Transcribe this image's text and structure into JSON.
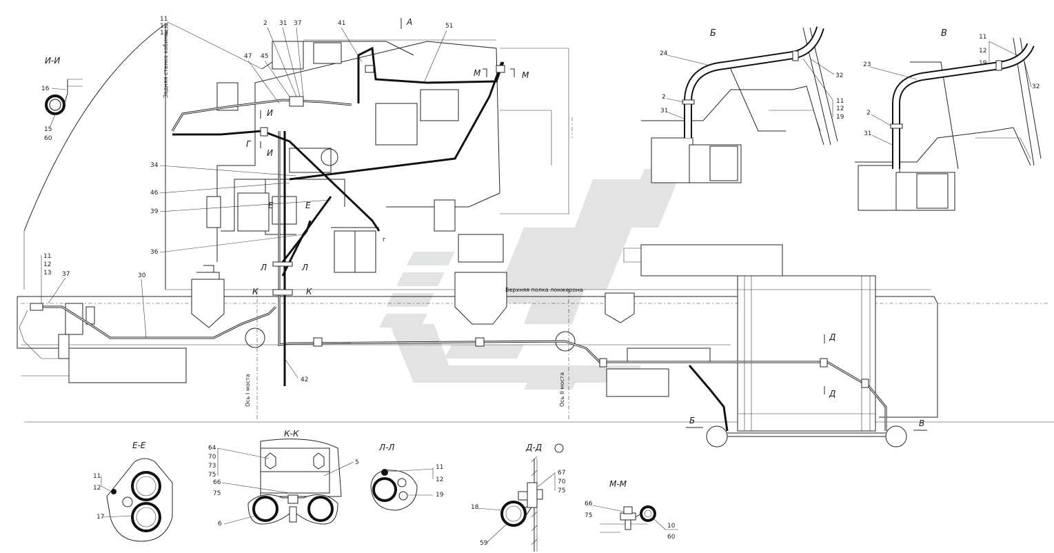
{
  "views": {
    "view_a": "А",
    "view_b": "Б",
    "view_v": "В"
  },
  "sections": {
    "i_i": "И-И",
    "e_e": "Е-Е",
    "k_k": "К-К",
    "l_l": "Л-Л",
    "d_d": "Д-Д",
    "m_m": "М-М"
  },
  "cut_letters": {
    "m": "М",
    "i": "И",
    "g": "Г",
    "e": "Е",
    "l": "Л",
    "k": "К",
    "d": "Д",
    "b": "Б",
    "v": "В",
    "g_small": "г"
  },
  "labels": {
    "cab_wall": "Задняя стенка кабины",
    "frame_flange": "Верхняя полка лонжерона",
    "axle_1": "Ось I моста",
    "axle_2": "Ось II моста"
  },
  "callouts": {
    "main": [
      "11",
      "12",
      "13",
      "2",
      "31",
      "37",
      "41",
      "51",
      "47",
      "45",
      "34",
      "46",
      "39",
      "36",
      "30",
      "42"
    ],
    "main_left_group": [
      "11",
      "12",
      "13",
      "37"
    ],
    "view_b": [
      "24",
      "2",
      "31",
      "32",
      "11",
      "12",
      "19"
    ],
    "view_v": [
      "23",
      "11",
      "12",
      "19",
      "2",
      "31",
      "32"
    ],
    "sec_i": [
      "16",
      "15",
      "60"
    ],
    "sec_e": [
      "11",
      "12",
      "17"
    ],
    "sec_k": [
      "64",
      "70",
      "73",
      "75",
      "5",
      "66",
      "75",
      "6"
    ],
    "sec_l": [
      "11",
      "12",
      "19"
    ],
    "sec_d": [
      "67",
      "70",
      "75",
      "18",
      "59"
    ],
    "sec_m": [
      "66",
      "75",
      "10",
      "60"
    ]
  }
}
